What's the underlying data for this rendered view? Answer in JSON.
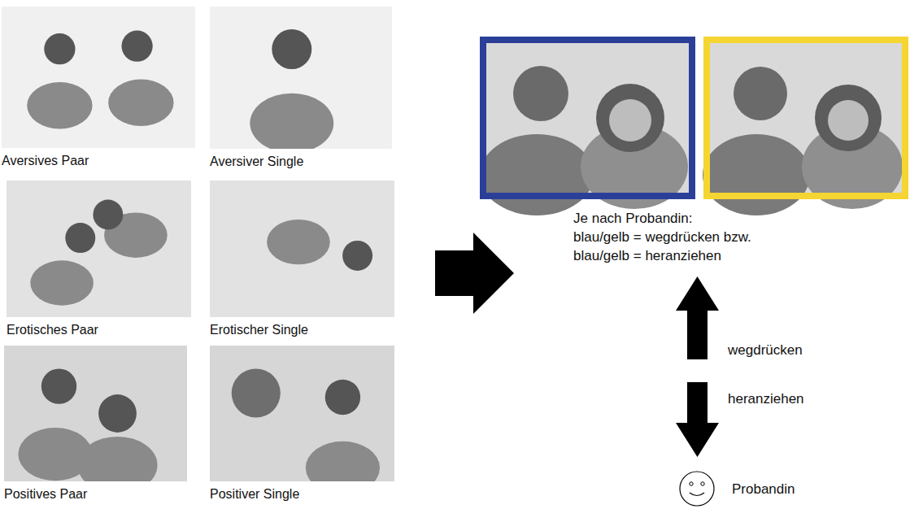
{
  "diagram": {
    "nodes": [
      {
        "text": [
          "Aversives Paar"
        ]
      },
      {
        "text": [
          "Aversiver Single"
        ]
      },
      {
        "text": [
          "Erotisches Paar"
        ]
      },
      {
        "text": [
          "Erotischer Single"
        ]
      },
      {
        "text": [
          "Positives Paar"
        ]
      },
      {
        "text": [
          "Positiver Single"
        ]
      }
    ],
    "labels": [
      "Je nach Probandin:",
      "blau/gelb = wegdrücken bzw.",
      "blau/gelb = heranziehen",
      "wegdrücken",
      "heranziehen",
      "Probandin"
    ]
  }
}
